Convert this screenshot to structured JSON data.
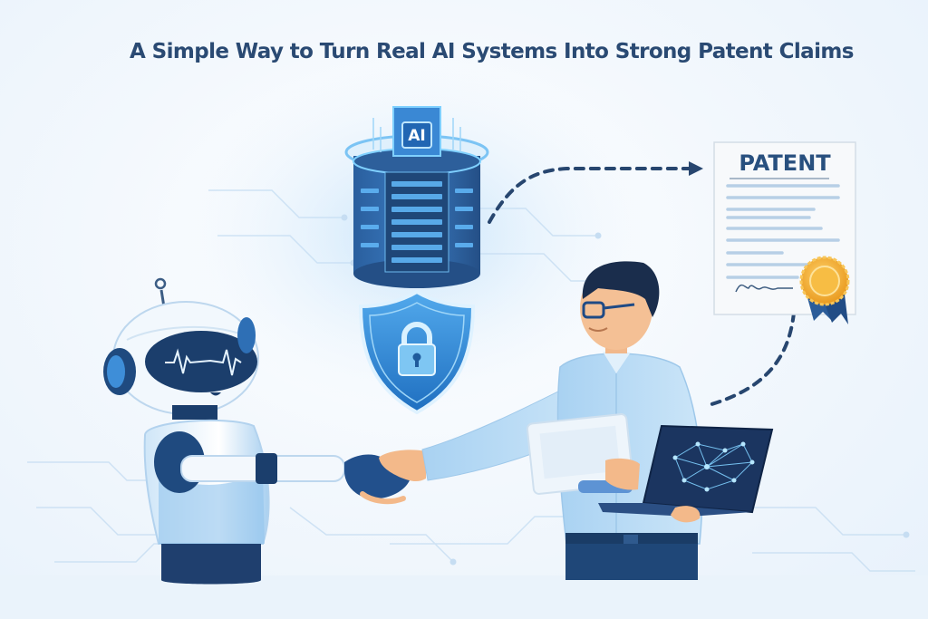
{
  "header": {
    "title": "A Simple Way to Turn Real AI Systems Into Strong Patent Claims"
  },
  "illustration": {
    "ai_server": {
      "chip_label": "AI",
      "icon": "ai-server-icon"
    },
    "shield": {
      "icon": "shield-lock-icon"
    },
    "patent_document": {
      "heading": "PATENT",
      "icon": "award-seal-icon"
    },
    "robot": {
      "icon": "robot-icon"
    },
    "person": {
      "icon": "businessman-icon"
    },
    "laptop": {
      "icon": "neural-network-laptop-icon"
    },
    "handshake": {
      "icon": "handshake-icon"
    }
  },
  "colors": {
    "title": "#2a4a73",
    "navy": "#1f3f6e",
    "accent_blue": "#2f7fd6",
    "glow_blue": "#5fb4f5",
    "shirt": "#bcdcf5",
    "gold": "#f2b13a",
    "background": "#eef5fc"
  }
}
